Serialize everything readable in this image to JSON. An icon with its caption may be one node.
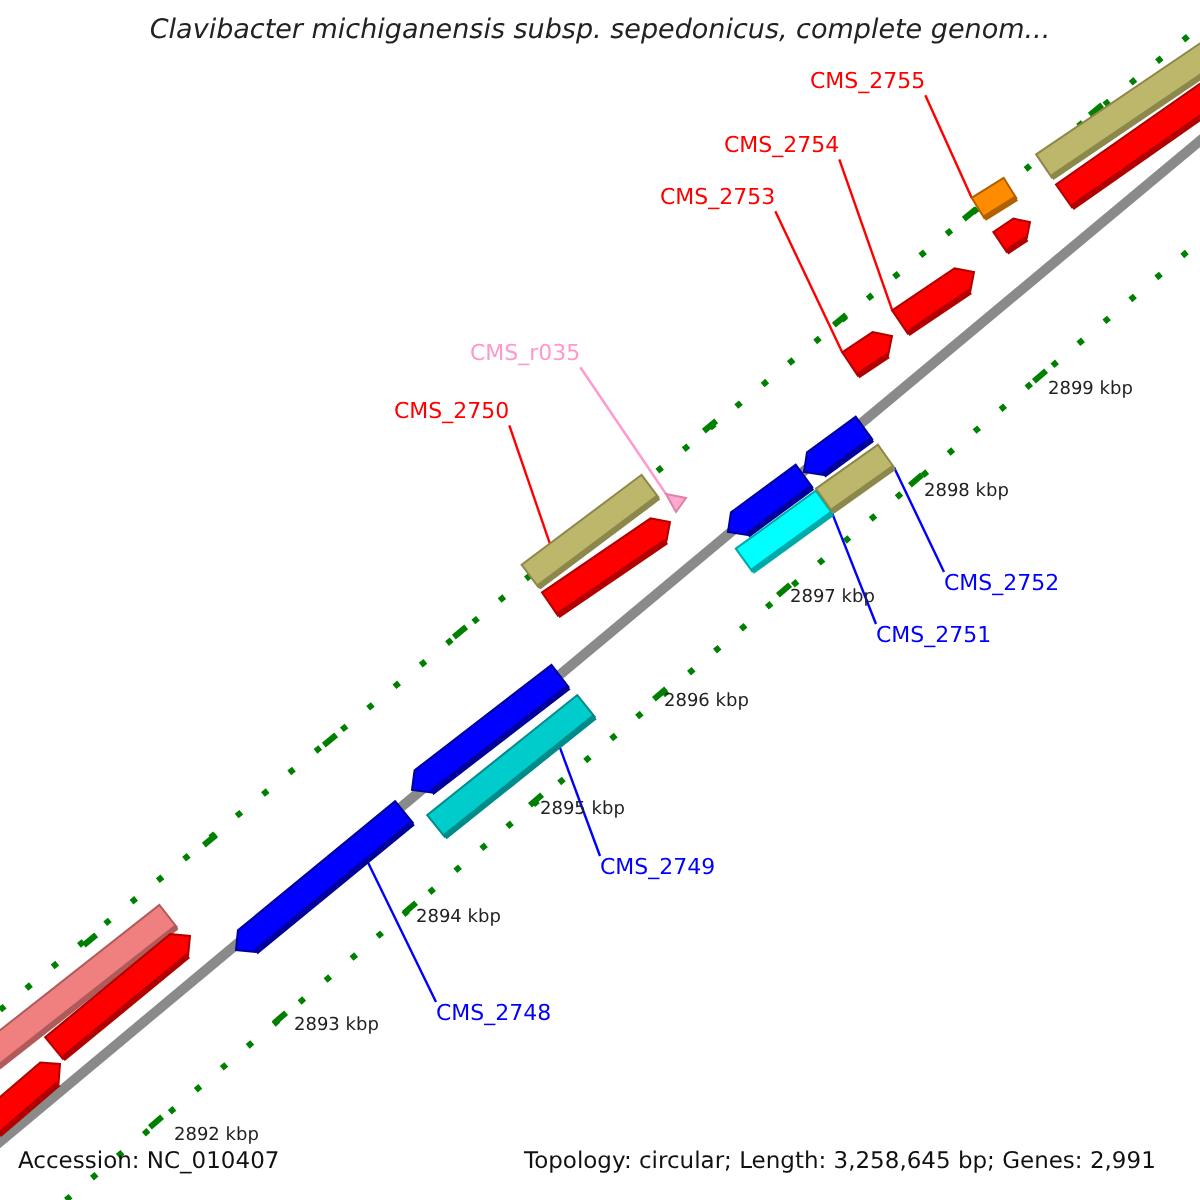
{
  "diagram": {
    "title": "Clavibacter michiganensis subsp. sepedonicus, complete genom...",
    "nodes": [
      {
        "text": [
          "CMS_2755"
        ]
      },
      {
        "text": [
          "CMS_2754"
        ]
      },
      {
        "text": [
          "CMS_2753"
        ]
      },
      {
        "text": [
          "CMS_r035"
        ]
      },
      {
        "text": [
          "CMS_2750"
        ]
      },
      {
        "text": [
          "CMS_2752"
        ]
      },
      {
        "text": [
          "CMS_2751"
        ]
      },
      {
        "text": [
          "CMS_2749"
        ]
      },
      {
        "text": [
          "CMS_2748"
        ]
      },
      {
        "text": [],
        "shape": "bar"
      },
      {
        "text": [],
        "shape": "bar"
      },
      {
        "text": [],
        "shape": "bar"
      },
      {
        "text": [],
        "shape": "bar"
      },
      {
        "text": [],
        "shape": "bar"
      },
      {
        "text": [],
        "shape": "bar"
      },
      {
        "text": [],
        "shape": "bar"
      },
      {
        "text": [],
        "shape": "bar"
      },
      {
        "text": [],
        "shape": "triangle"
      },
      {
        "text": [],
        "shape": "bar"
      },
      {
        "text": [],
        "shape": "bar"
      },
      {
        "text": [],
        "shape": "bar"
      },
      {
        "text": [],
        "shape": "bar"
      },
      {
        "text": [],
        "shape": "bar"
      },
      {
        "text": [],
        "shape": "bar"
      },
      {
        "text": [],
        "shape": "bar"
      },
      {
        "text": [],
        "shape": "bar"
      },
      {
        "text": [],
        "shape": "bar"
      },
      {
        "text": [],
        "shape": "bar"
      }
    ],
    "edges": [
      {
        "from": 0,
        "to": 24,
        "arrow": "none",
        "color": "#ff0000"
      },
      {
        "from": 1,
        "to": 23,
        "arrow": "none",
        "color": "#ff0000"
      },
      {
        "from": 2,
        "to": 22,
        "arrow": "none",
        "color": "#ff0000"
      },
      {
        "from": 3,
        "to": 17,
        "arrow": "none",
        "color": "#ff99cc"
      },
      {
        "from": 4,
        "to": 15,
        "arrow": "none",
        "color": "#ff0000"
      },
      {
        "from": 5,
        "to": 21,
        "arrow": "none",
        "color": "#0000ff"
      },
      {
        "from": 6,
        "to": 19,
        "arrow": "none",
        "color": "#0000ff"
      },
      {
        "from": 7,
        "to": 14,
        "arrow": "none",
        "color": "#0000ff"
      },
      {
        "from": 8,
        "to": 12,
        "arrow": "none",
        "color": "#0000ff"
      }
    ],
    "labels": [
      "2899 kbp",
      "2898 kbp",
      "2897 kbp",
      "2896 kbp",
      "2895 kbp",
      "2894 kbp",
      "2893 kbp",
      "2892 kbp",
      "Accession: NC_010407",
      "Topology: circular; Length: 3,258,645 bp; Genes: 2,991"
    ]
  }
}
